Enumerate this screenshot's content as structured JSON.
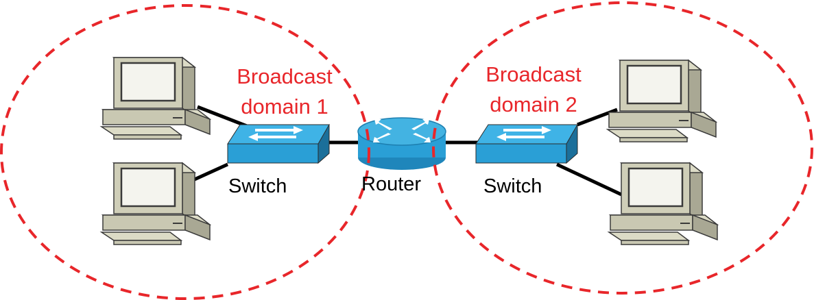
{
  "diagram": {
    "domains": [
      {
        "line1": "Broadcast",
        "line2": "domain 1"
      },
      {
        "line1": "Broadcast",
        "line2": "domain 2"
      }
    ],
    "labels": {
      "switch_left": "Switch",
      "router": "Router",
      "switch_right": "Switch"
    },
    "colors": {
      "domain_outline": "#e8262a",
      "device_blue": "#2a9fd6",
      "cable": "#000000",
      "pc_body": "#c9c8b2"
    },
    "icons": {
      "pc": "desktop-computer-icon",
      "switch": "network-switch-icon",
      "router": "network-router-icon"
    }
  }
}
